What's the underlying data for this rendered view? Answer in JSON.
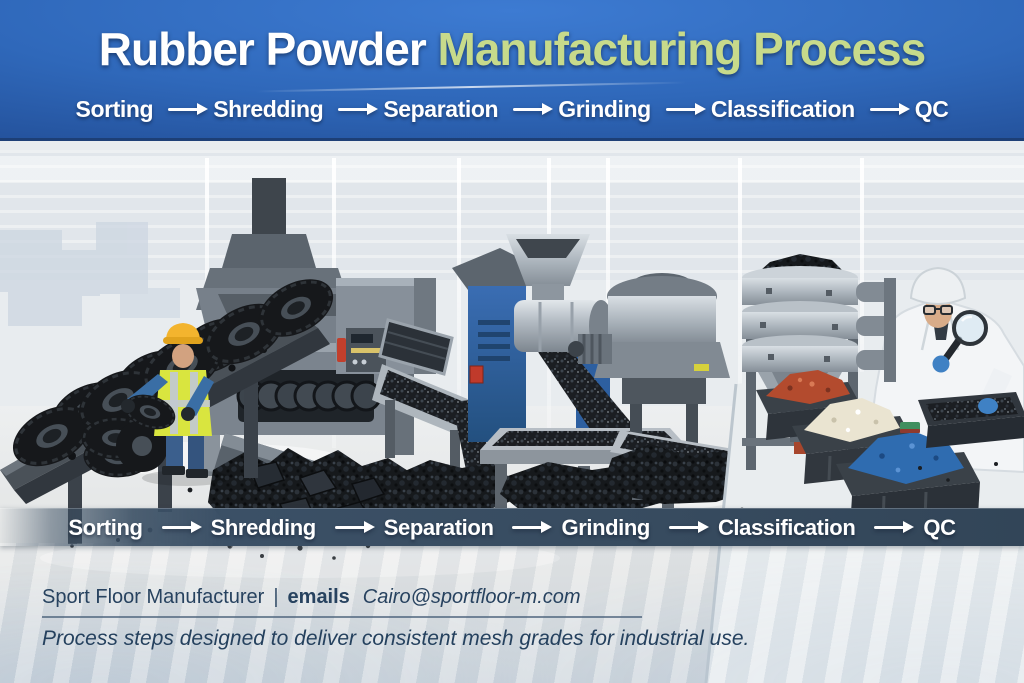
{
  "title": {
    "prefix": "Rubber Powder",
    "highlight": "Manufacturing Process"
  },
  "steps": [
    "Sorting",
    "Shredding",
    "Separation",
    "Grinding",
    "Classification",
    "QC"
  ],
  "footer": {
    "company": "Sport Floor Manufacturer",
    "separator": "|",
    "email_label": "emails",
    "email": "Cairo@sportfloor-m.com",
    "tagline": "Process steps designed to deliver consistent mesh grades for industrial use."
  },
  "icons": {
    "step_arrow": "right-arrow"
  },
  "colors": {
    "header_blue_center": "#2f68ba",
    "header_blue_edge": "#122c59",
    "title_white": "#ffffff",
    "title_green": "#c7da8b",
    "steps_band_slate": "#3b5066",
    "footer_navy": "#27425f",
    "grinder_blue": "#2d5fa0",
    "helmet_yellow": "#f3b42e",
    "vest_yellow": "#d9e53f",
    "granule_black": "#17191c",
    "granule_red": "#b34b2e",
    "granule_cream": "#eae4d1",
    "granule_blue": "#2f6cb0",
    "glove_blue": "#3f81c4"
  }
}
